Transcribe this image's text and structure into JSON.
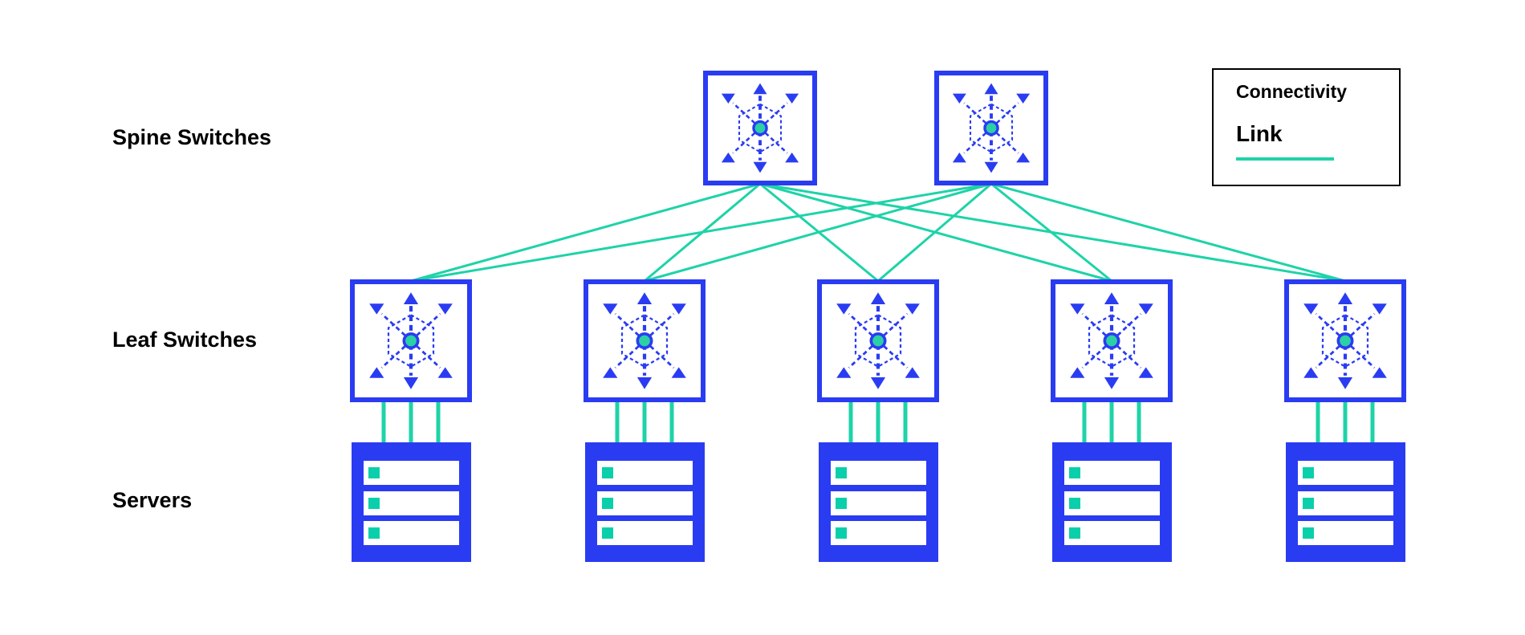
{
  "page": {
    "background": "#ffffff"
  },
  "row_labels": {
    "spine": "Spine Switches",
    "leaf": "Leaf Switches",
    "servers": "Servers"
  },
  "legend": {
    "title": "Connectivity",
    "link_label": "Link"
  },
  "colors": {
    "node_blue": "#2a3cf2",
    "link_teal": "#1ed3a8",
    "server_led_teal": "#09d0ab",
    "label_text": "#000000",
    "legend_border": "#000000"
  },
  "icons": {
    "switch": "network-switch-hexagon-icon",
    "server": "server-rack-icon",
    "legend_sample": "link-line-sample"
  },
  "topology": {
    "spine_switches": [
      "spine-switch-1",
      "spine-switch-2"
    ],
    "leaf_switches": [
      "leaf-switch-1",
      "leaf-switch-2",
      "leaf-switch-3",
      "leaf-switch-4",
      "leaf-switch-5"
    ],
    "servers": [
      "server-1",
      "server-2",
      "server-3",
      "server-4",
      "server-5"
    ],
    "spine_to_leaf_links": "full mesh: every spine switch links to every leaf switch (10 links)",
    "leaf_to_server_links": "each leaf switch links to the server directly below it with 3 parallel links"
  }
}
